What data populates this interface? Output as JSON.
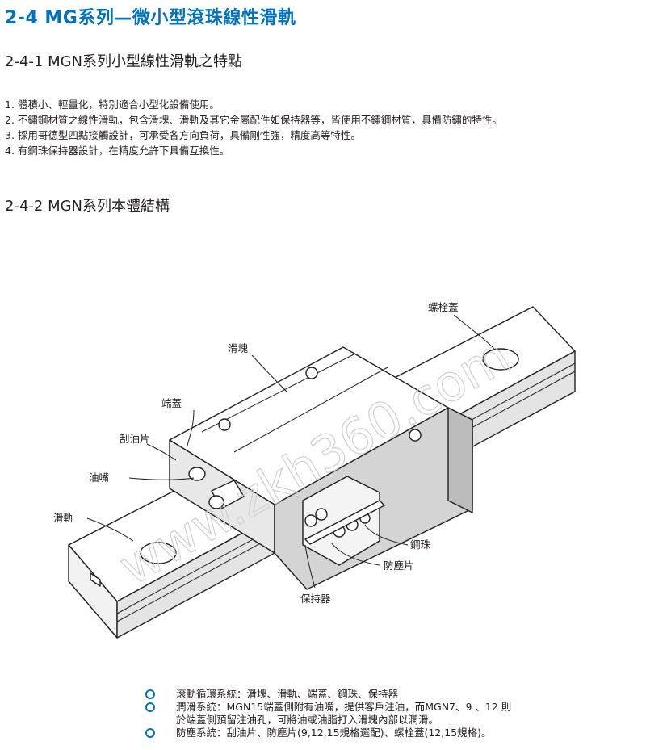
{
  "header": {
    "title": "2-4  MG系列—微小型滾珠線性滑軌"
  },
  "section1": {
    "title": "2-4-1 MGN系列小型線性滑軌之特點",
    "items": [
      "1. 體積小、輕量化，特別適合小型化設備使用。",
      "2. 不鏽鋼材質之線性滑軌，包含滑塊、滑軌及其它金屬配件如保持器等，皆使用不鏽鋼材質，具備防鏽的特性。",
      "3. 採用哥德型四點接觸設計，可承受各方向負荷，具備剛性強，精度高等特性。",
      "4. 有鋼珠保持器設計，在精度允許下具備互換性。"
    ]
  },
  "section2": {
    "title": "2-4-2 MGN系列本體結構"
  },
  "diagram": {
    "labels": {
      "bolt_cap": "螺栓蓋",
      "block": "滑塊",
      "end_cap": "端蓋",
      "scraper": "刮油片",
      "grease_nipple": "油嘴",
      "rail": "滑軌",
      "steel_ball": "鋼珠",
      "dust_plate": "防塵片",
      "retainer": "保持器"
    },
    "watermark": "www.zkh360.com"
  },
  "summary": [
    {
      "text": "滾動循環系統：滑塊、滑軌、端蓋、鋼珠、保持器"
    },
    {
      "text": "潤滑系統：MGN15端蓋側附有油嘴，提供客戶注油，而MGN7、9 、12 則",
      "cont": "於端蓋側預留注油孔，可將油或油脂打入滑塊內部以潤滑。"
    },
    {
      "text": "防塵系統：刮油片、防塵片(9,12,15規格選配)、螺栓蓋(12,15規格)。"
    }
  ],
  "colors": {
    "accent": "#0072bc",
    "text": "#231f20",
    "line": "#231f20",
    "shade": "#c8c8c8"
  }
}
